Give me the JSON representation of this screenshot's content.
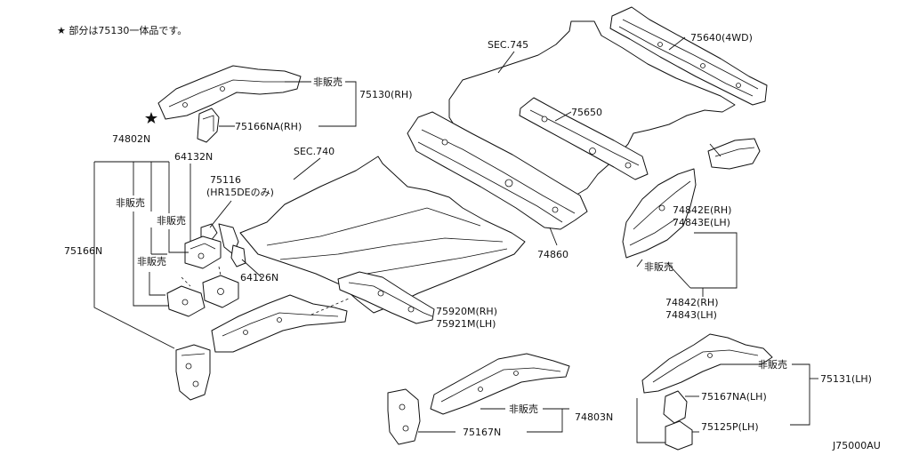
{
  "note": "★ 部分は75130一体品です。",
  "diagram_code": "J75000AU",
  "labels": {
    "sec745": "SEC.745",
    "sec740": "SEC.740",
    "p75640": "75640(4WD)",
    "p75650": "75650",
    "p75130": "75130(RH)",
    "p75166na": "75166NA(RH)",
    "p74802n": "74802N",
    "p64132n": "64132N",
    "p75116": "75116",
    "p75116_note": "(HR15DEのみ)",
    "p75166n": "75166N",
    "p64126n": "64126N",
    "p74860": "74860",
    "p74842e": "74842E(RH)",
    "p74843e": "74843E(LH)",
    "p74842": "74842(RH)",
    "p74843": "74843(LH)",
    "p75920m": "75920M(RH)",
    "p75921m": "75921M(LH)",
    "p74803n": "74803N",
    "p75167n": "75167N",
    "p75131": "75131(LH)",
    "p75167na": "75167NA(LH)",
    "p75125p": "75125P(LH)",
    "not_sold": "非販売"
  }
}
